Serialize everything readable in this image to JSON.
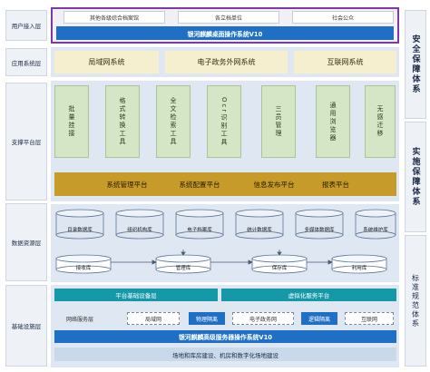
{
  "layers": {
    "user_access": "用户接入层",
    "app_system": "应用系统层",
    "support_platform": "支撑平台层",
    "data_resource": "数据资源层",
    "infrastructure": "基础设施层"
  },
  "side": {
    "security": "安全保障体系",
    "implementation": "实施保障体系",
    "standards": "标准规范体系"
  },
  "user_access": {
    "boxes": [
      "其他各级综合档案馆",
      "各立档单位",
      "社会公众"
    ],
    "os_bar": "银河麒麟桌面操作系统V10"
  },
  "app_systems": [
    "局域网系统",
    "电子政务外网系统",
    "互联网系统"
  ],
  "tools": [
    "批量挂接",
    "格式转换工具",
    "全文检索工具",
    "Ocr识别工具",
    "三员管理",
    "通用浏览器",
    "无感迁移"
  ],
  "platforms": [
    "系统管理平台",
    "系统配置平台",
    "信息发布平台",
    "报表平台"
  ],
  "databases": [
    "目录数据库",
    "组织机构库",
    "电子档案库",
    "统计数据库",
    "多媒体数据库",
    "系统维护库"
  ],
  "repos": [
    "接收库",
    "管理库",
    "保存库",
    "利用库"
  ],
  "infra": {
    "platform_left": "平台基础设备层",
    "platform_right": "虚拟化服务平台",
    "network_label": "网络服务层",
    "networks": [
      "局域网",
      "物理隔离",
      "电子政务网",
      "逻辑隔离",
      "互联网"
    ],
    "server_os": "银河麒麟高级服务器操作系统V10",
    "site": "场地和库房建设、机房和数字化场地建设"
  },
  "colors": {
    "blue": "#1f6fc4",
    "gold": "#c69b2a",
    "teal": "#1598a8",
    "green": "#d4e6c6",
    "tan": "#f6efcf",
    "purple": "#7c3aa8"
  }
}
